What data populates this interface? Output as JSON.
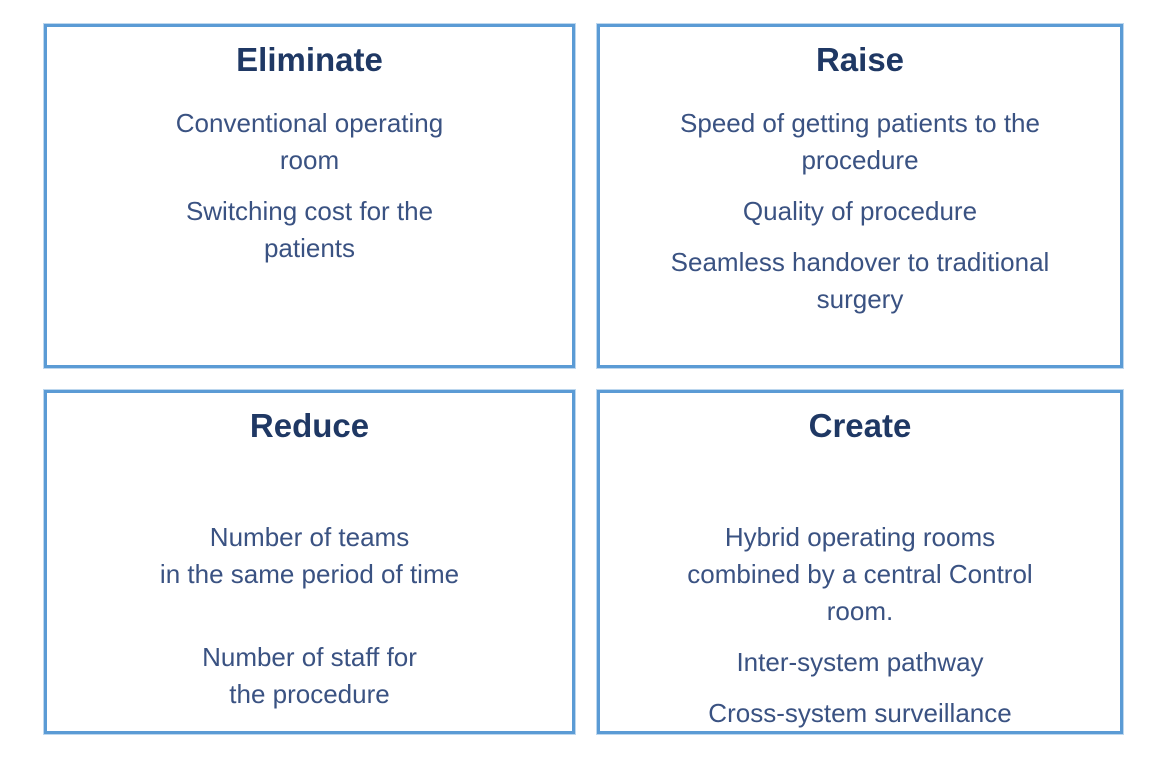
{
  "colors": {
    "border": "#5B9BD5",
    "border_glow": "#BDD7EE",
    "heading_text": "#1F3864",
    "body_text": "#3A5282",
    "background": "#FFFFFF"
  },
  "diagram": {
    "type": "errc-grid",
    "quadrants": [
      {
        "id": "eliminate",
        "title": "Eliminate",
        "items": [
          "Conventional operating\nroom",
          "Switching cost for the\npatients"
        ]
      },
      {
        "id": "raise",
        "title": "Raise",
        "items": [
          "Speed of getting patients to the\nprocedure",
          "Quality of procedure",
          "Seamless handover to traditional\nsurgery"
        ]
      },
      {
        "id": "reduce",
        "title": "Reduce",
        "items": [
          "Number of teams\nin the same period of time",
          "Number of staff for\nthe procedure"
        ]
      },
      {
        "id": "create",
        "title": "Create",
        "items": [
          "Hybrid operating rooms\ncombined by a central Control\nroom.",
          "Inter-system pathway",
          "Cross-system surveillance"
        ]
      }
    ]
  }
}
